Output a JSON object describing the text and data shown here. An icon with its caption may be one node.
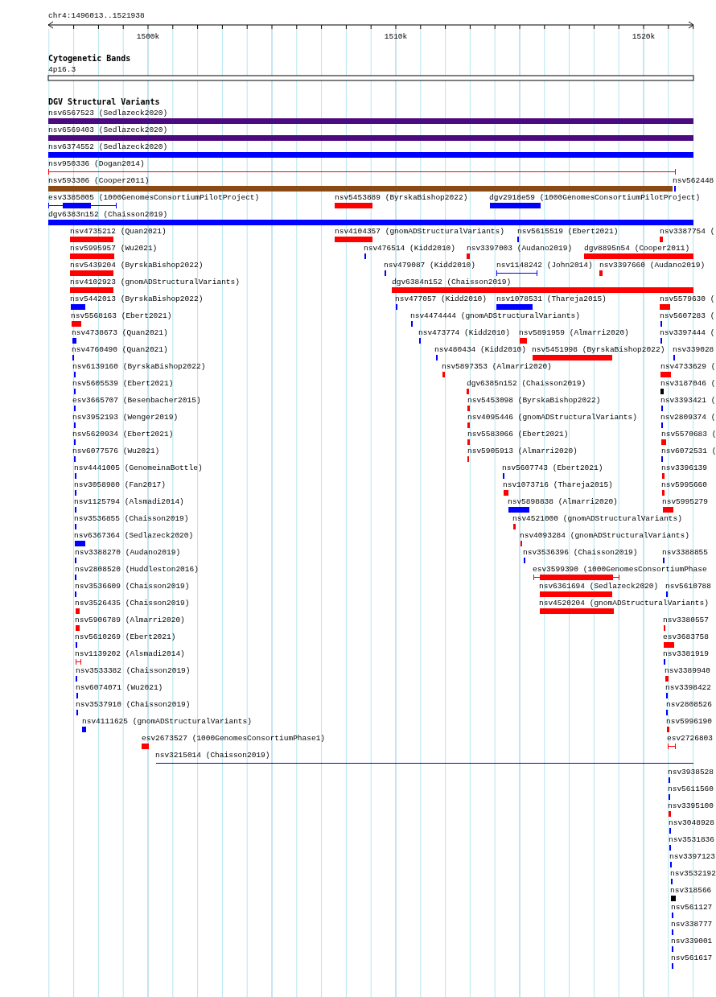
{
  "diagram": {
    "labels": [
      "chr4:1496013..1521938",
      "1500k",
      "1510k",
      "1520k",
      "Cytogenetic Bands",
      "4p16.3",
      "DGV Structural Variants",
      "nsv6567523 (Sedlazeck2020)",
      "nsv6569403 (Sedlazeck2020)",
      "nsv6374552 (Sedlazeck2020)",
      "nsv950336 (Dogan2014)",
      "nsv593306 (Cooper2011)",
      "nsv562448",
      "esv3385005 (1000GenomesConsortiumPilotProject)",
      "nsv5453889 (ByrskaBishop2022)",
      "dgv2918e59 (1000GenomesConsortiumPilotProject)",
      "dgv6383n152 (Chaisson2019)",
      "nsv4735212 (Quan2021)",
      "nsv4104357 (gnomADStructuralVariants)",
      "nsv5615519 (Ebert2021)",
      "nsv3387754 (",
      "nsv5995957 (Wu2021)",
      "nsv476514 (Kidd2010)",
      "nsv3397003 (Audano2019)",
      "dgv8895n54 (Cooper2011)",
      "nsv5439204 (ByrskaBishop2022)",
      "nsv479087 (Kidd2010)",
      "nsv1148242 (John2014)",
      "nsv3397660 (Audano2019)",
      "nsv4102923 (gnomADStructuralVariants)",
      "dgv6384n152 (Chaisson2019)",
      "nsv5442013 (ByrskaBishop2022)",
      "nsv477057 (Kidd2010)",
      "nsv1078531 (Thareja2015)",
      "nsv5579630 (",
      "nsv5568163 (Ebert2021)",
      "nsv4474444 (gnomADStructuralVariants)",
      "nsv5607283 (",
      "nsv4738673 (Quan2021)",
      "nsv473774 (Kidd2010)",
      "nsv5891959 (Almarri2020)",
      "nsv3397444 (",
      "nsv4760490 (Quan2021)",
      "nsv480434 (Kidd2010)",
      "nsv5451998 (ByrskaBishop2022)",
      "nsv339028",
      "nsv6139160 (ByrskaBishop2022)",
      "nsv5897353 (Almarri2020)",
      "nsv4733629 (",
      "nsv5605539 (Ebert2021)",
      "dgv6385n152 (Chaisson2019)",
      "nsv3187046 (",
      "esv3665707 (Besenbacher2015)",
      "nsv5453098 (ByrskaBishop2022)",
      "nsv3393421 (",
      "nsv3952193 (Wenger2019)",
      "nsv4095446 (gnomADStructuralVariants)",
      "nsv2809374 (",
      "nsv5620934 (Ebert2021)",
      "nsv5583066 (Ebert2021)",
      "nsv5570683 (",
      "nsv6077576 (Wu2021)",
      "nsv5905913 (Almarri2020)",
      "nsv6072531 (",
      "nsv4441005 (GenomeinaBottle)",
      "nsv5607743 (Ebert2021)",
      "nsv3396139",
      "nsv3058980 (Fan2017)",
      "nsv1073716 (Thareja2015)",
      "nsv5995660",
      "nsv1125794 (Alsmadi2014)",
      "nsv5898838 (Almarri2020)",
      "nsv5995279",
      "nsv3536855 (Chaisson2019)",
      "nsv4521000 (gnomADStructuralVariants)",
      "nsv6367364 (Sedlazeck2020)",
      "nsv4093284 (gnomADStructuralVariants)",
      "nsv3388270 (Audano2019)",
      "nsv3536396 (Chaisson2019)",
      "nsv3388855",
      "nsv2808520 (Huddleston2016)",
      "esv3599390 (1000GenomesConsortiumPhase",
      "nsv3536609 (Chaisson2019)",
      "nsv6361694 (Sedlazeck2020)",
      "nsv5610788",
      "nsv3526435 (Chaisson2019)",
      "nsv4520204 (gnomADStructuralVariants)",
      "nsv5906789 (Almarri2020)",
      "nsv3380557",
      "nsv5610269 (Ebert2021)",
      "esv3683758",
      "nsv1139202 (Alsmadi2014)",
      "nsv3381919",
      "nsv3533382 (Chaisson2019)",
      "nsv3389940",
      "nsv6074071 (Wu2021)",
      "nsv3398422",
      "nsv3537910 (Chaisson2019)",
      "nsv2808526",
      "nsv4111625 (gnomADStructuralVariants)",
      "nsv5996190",
      "esv2673527 (1000GenomesConsortiumPhase1)",
      "esv2726803",
      "nsv3215014 (Chaisson2019)",
      "nsv3938528",
      "nsv5611560",
      "nsv3395100",
      "nsv3048928",
      "nsv3531836",
      "nsv3397123",
      "nsv3532192",
      "nsv318566",
      "nsv561127",
      "nsv338777",
      "nsv339001",
      "nsv561617"
    ]
  }
}
